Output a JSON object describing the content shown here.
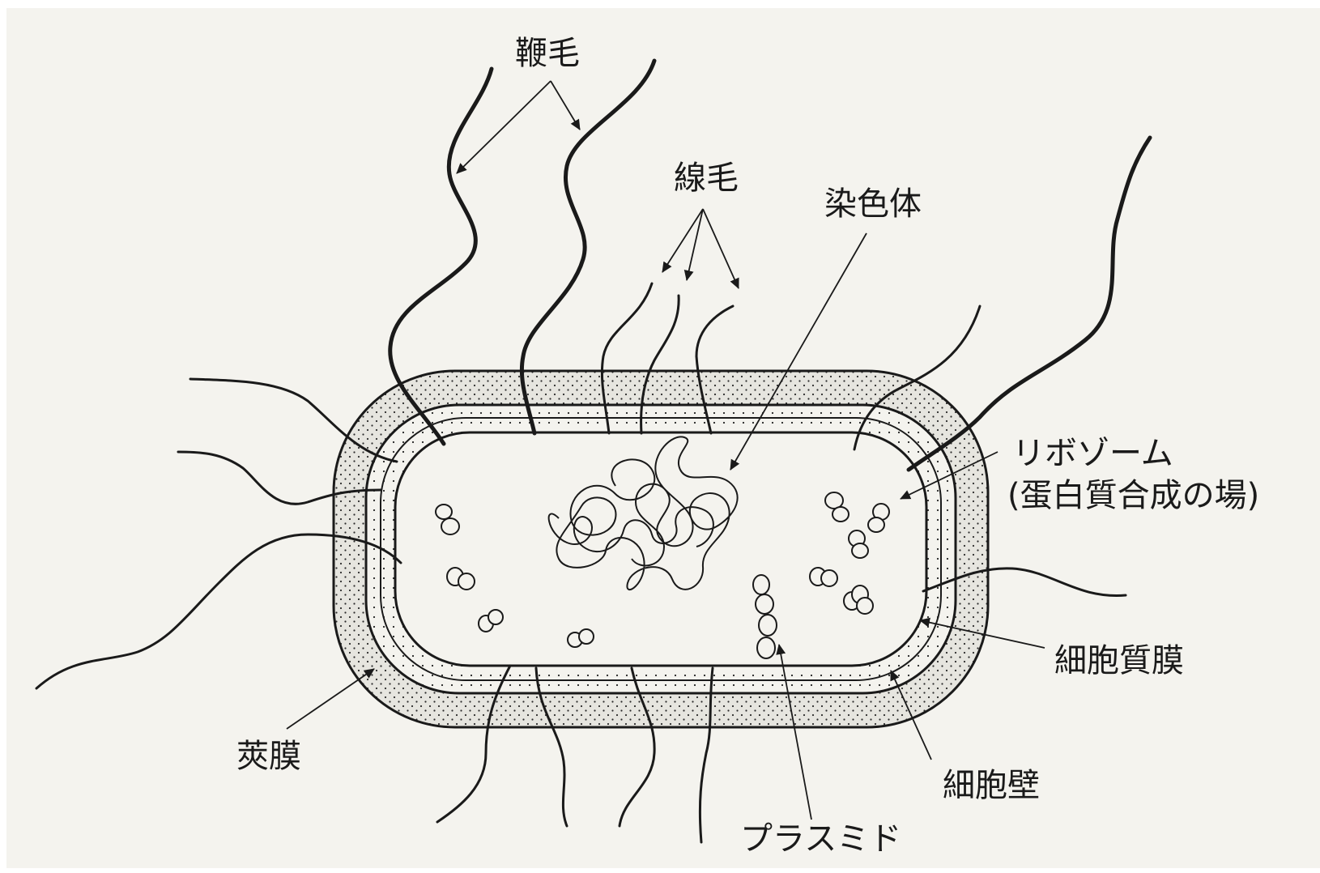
{
  "labels": {
    "flagellum": "鞭毛",
    "pili": "線毛",
    "chromosome": "染色体",
    "ribosome": "リボゾーム",
    "ribosome_note": "(蛋白質合成の場)",
    "cytoplasmic_membrane": "細胞質膜",
    "cell_wall": "細胞壁",
    "plasmid": "プラスミド",
    "capsule": "莢膜"
  },
  "colors": {
    "paper": "#f4f3ee",
    "ink": "#1a1a1a",
    "capsule_fill": "#e3e2dc"
  }
}
